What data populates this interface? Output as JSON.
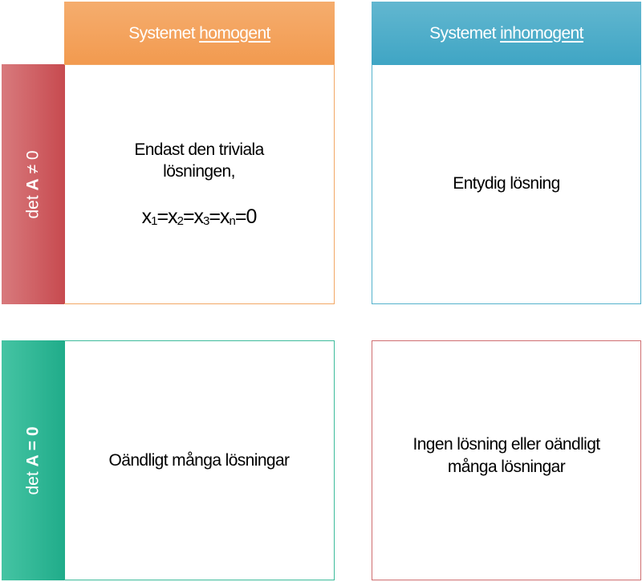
{
  "headers": {
    "homogeneous": {
      "prefix": "Systemet ",
      "emph": "homogent"
    },
    "inhomogeneous": {
      "prefix": "Systemet ",
      "emph": "inhomogent"
    }
  },
  "rows": {
    "nonzero": {
      "prefix": "det ",
      "bold": "A",
      "suffix": " ≠ 0"
    },
    "zero": {
      "prefix": "det ",
      "bold": "A = 0",
      "suffix": ""
    }
  },
  "cells": {
    "hom_nonzero": {
      "line1": "Endast den triviala",
      "line2": "lösningen,",
      "eq": {
        "v": "x",
        "s1": "1",
        "s2": "2",
        "s3": "3",
        "sn": "n",
        "eq": "=",
        "zero": "0"
      }
    },
    "inhom_nonzero": "Entydig lösning",
    "hom_zero": "Oändligt många lösningar",
    "inhom_zero": {
      "line1": "Ingen lösning eller oändligt",
      "line2": "många lösningar"
    }
  },
  "colors": {
    "orange": "#f29a4f",
    "blue": "#3fa5c4",
    "red": "#c74a4f",
    "green": "#20ac8a"
  }
}
